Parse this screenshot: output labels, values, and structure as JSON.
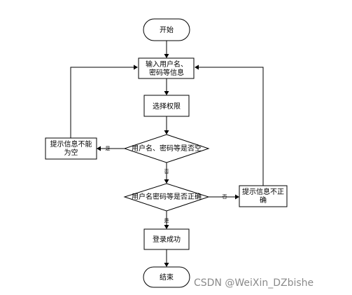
{
  "nodes": {
    "start": "开始",
    "input_line1": "输入用户名、",
    "input_line2": "密码等信息",
    "select_role": "选择权限",
    "check_empty": "用户名、密码等是否空",
    "empty_msg_line1": "提示信息不能",
    "empty_msg_line2": "为空",
    "check_correct": "用户名密码等是否正确",
    "wrong_msg_line1": "提示信息不正",
    "wrong_msg_line2": "确",
    "login_success": "登录成功",
    "end": "结束"
  },
  "edge_labels": {
    "empty_yes": "是",
    "empty_no": "否",
    "correct_no": "否",
    "correct_yes": "是"
  },
  "watermark": "CSDN @WeiXin_DZbishe"
}
